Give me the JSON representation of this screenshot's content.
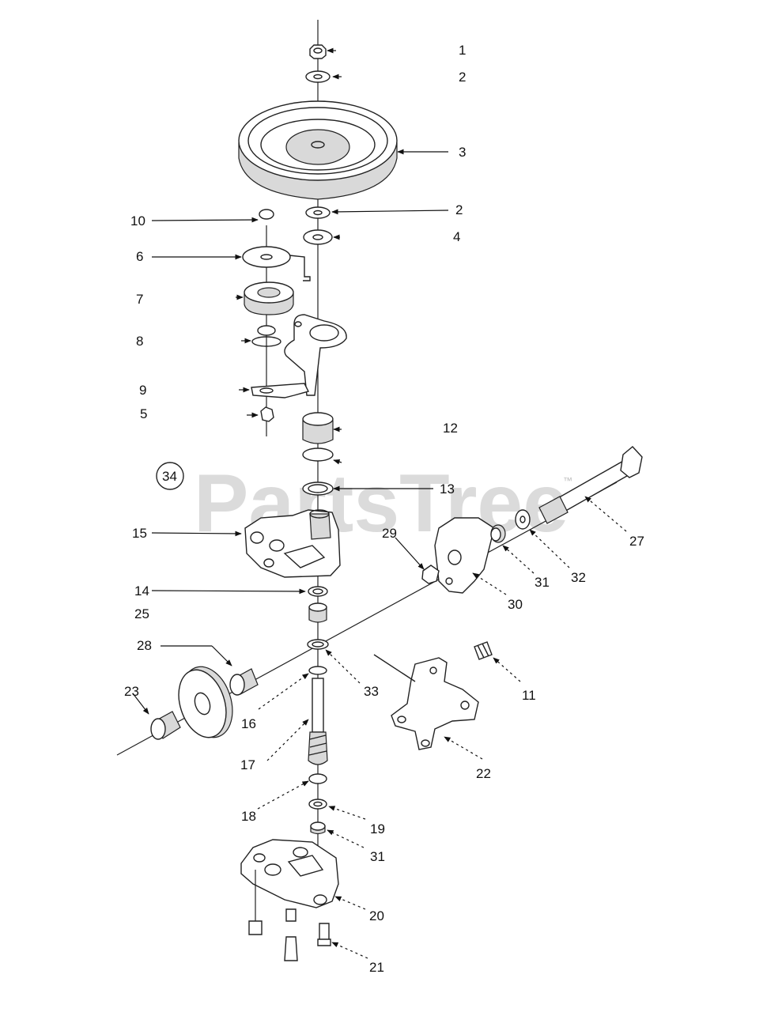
{
  "watermark": {
    "text": "PartsTree",
    "trademark": "™"
  },
  "callouts": [
    {
      "id": "c1",
      "text": "1"
    },
    {
      "id": "c2a",
      "text": "2"
    },
    {
      "id": "c3",
      "text": "3"
    },
    {
      "id": "c2b",
      "text": "2"
    },
    {
      "id": "c4",
      "text": "4"
    },
    {
      "id": "c10",
      "text": "10"
    },
    {
      "id": "c6",
      "text": "6"
    },
    {
      "id": "c7",
      "text": "7"
    },
    {
      "id": "c8",
      "text": "8"
    },
    {
      "id": "c9",
      "text": "9"
    },
    {
      "id": "c5",
      "text": "5"
    },
    {
      "id": "c12",
      "text": "12"
    },
    {
      "id": "c34",
      "text": "34"
    },
    {
      "id": "c13",
      "text": "13"
    },
    {
      "id": "c15",
      "text": "15"
    },
    {
      "id": "c29",
      "text": "29"
    },
    {
      "id": "c27",
      "text": "27"
    },
    {
      "id": "c31a",
      "text": "31"
    },
    {
      "id": "c32",
      "text": "32"
    },
    {
      "id": "c30",
      "text": "30"
    },
    {
      "id": "c14",
      "text": "14"
    },
    {
      "id": "c25",
      "text": "25"
    },
    {
      "id": "c28",
      "text": "28"
    },
    {
      "id": "c33",
      "text": "33"
    },
    {
      "id": "c11",
      "text": "11"
    },
    {
      "id": "c23",
      "text": "23"
    },
    {
      "id": "c16",
      "text": "16"
    },
    {
      "id": "c17",
      "text": "17"
    },
    {
      "id": "c22",
      "text": "22"
    },
    {
      "id": "c18",
      "text": "18"
    },
    {
      "id": "c19",
      "text": "19"
    },
    {
      "id": "c31b",
      "text": "31"
    },
    {
      "id": "c20",
      "text": "20"
    },
    {
      "id": "c21",
      "text": "21"
    }
  ]
}
